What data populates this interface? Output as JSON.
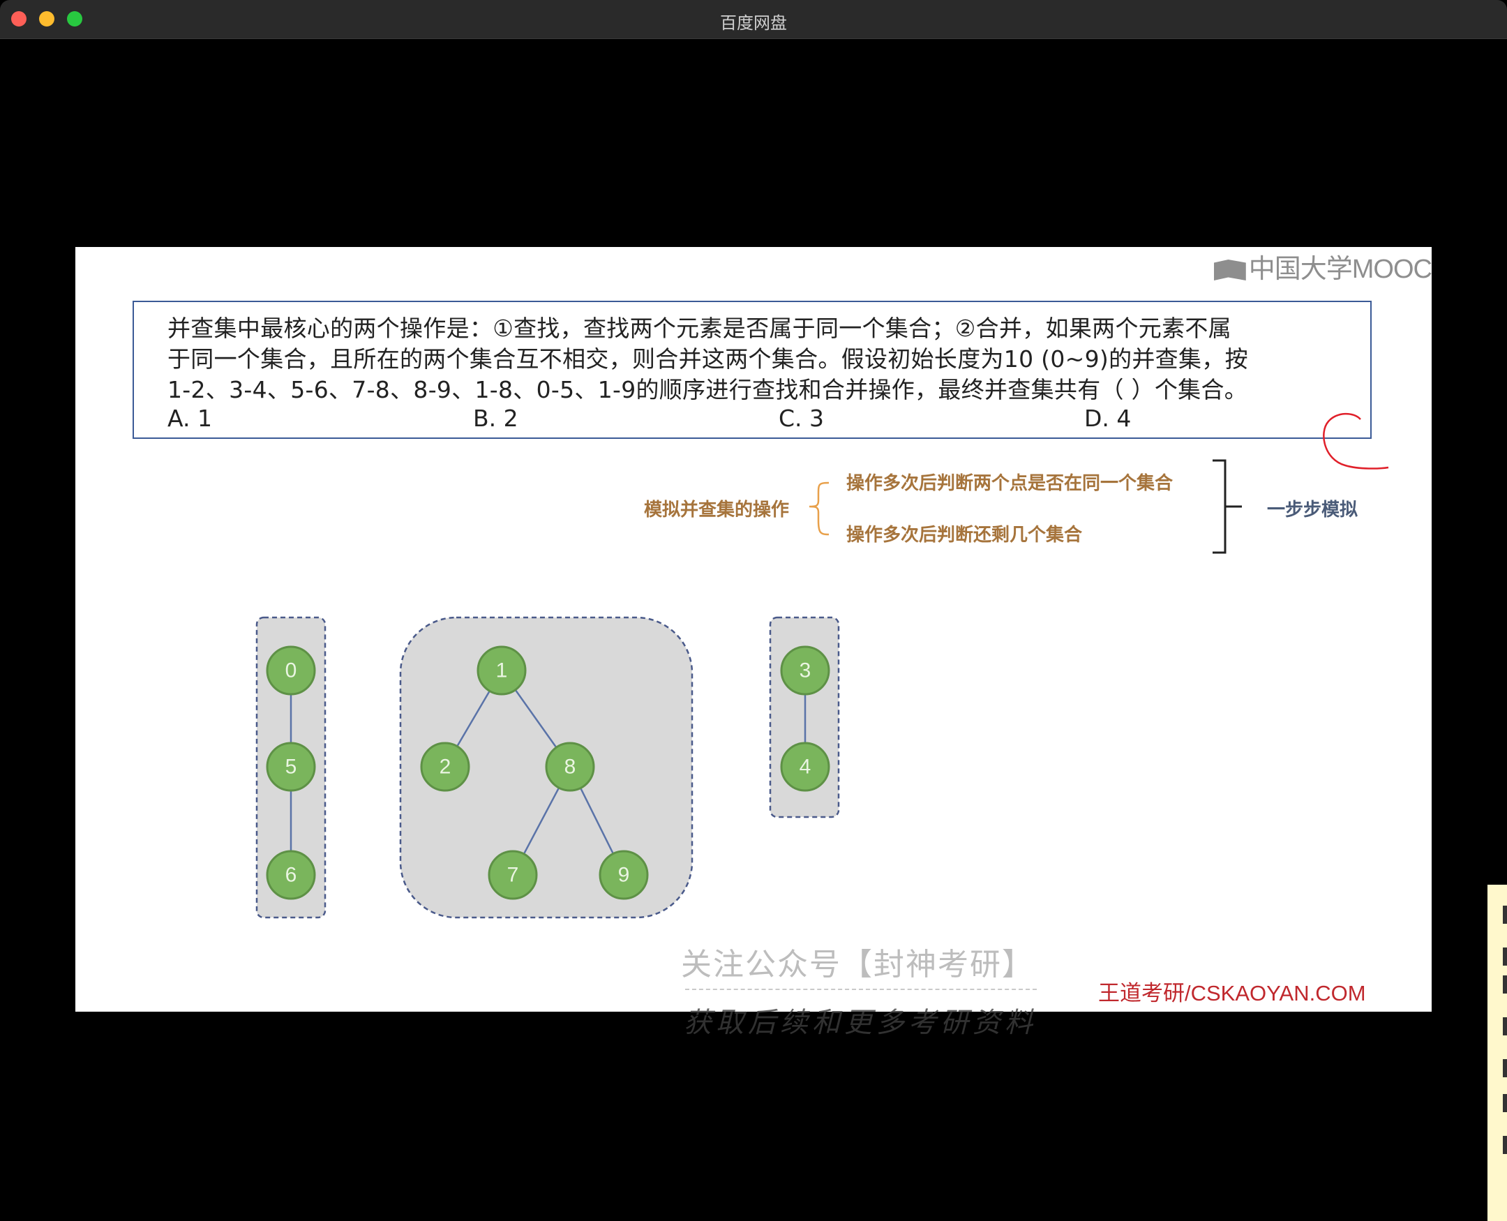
{
  "window": {
    "title": "百度网盘"
  },
  "slide": {
    "logo": "中国大学MOOC",
    "question": {
      "lines": [
        "并查集中最核心的两个操作是：①查找，查找两个元素是否属于同一个集合；②合并，如果两个元素不属",
        "于同一个集合，且所在的两个集合互不相交，则合并这两个集合。假设初始长度为10 (0~9)的并查集，按",
        "1-2、3-4、5-6、7-8、8-9、1-8、0-5、1-9的顺序进行查找和合并操作，最终并查集共有（ ）个集合。"
      ],
      "options": [
        "A. 1",
        "B. 2",
        "C. 3",
        "D. 4"
      ]
    },
    "mindmap": {
      "root": "模拟并查集的操作",
      "items": [
        "操作多次后判断两个点是否在同一个集合",
        "操作多次后判断还剩几个集合"
      ],
      "result": "一步步模拟"
    },
    "sets": [
      {
        "nodes": [
          "0",
          "5",
          "6"
        ]
      },
      {
        "nodes": [
          "1",
          "2",
          "8",
          "7",
          "9"
        ]
      },
      {
        "nodes": [
          "3",
          "4"
        ]
      }
    ],
    "watermark": {
      "line1": "关注公众号【封神考研】",
      "line2": "获取后续和更多考研资料"
    },
    "brand": "王道考研/CSKAOYAN.COM"
  },
  "colors": {
    "node_fill": "#7ab55c",
    "node_stroke": "#5e9146",
    "edge": "#5a73a8",
    "mind_text": "#a6743c",
    "brand": "#c0282d",
    "box_border": "#3b5a96",
    "annotation": "#e0202a"
  }
}
